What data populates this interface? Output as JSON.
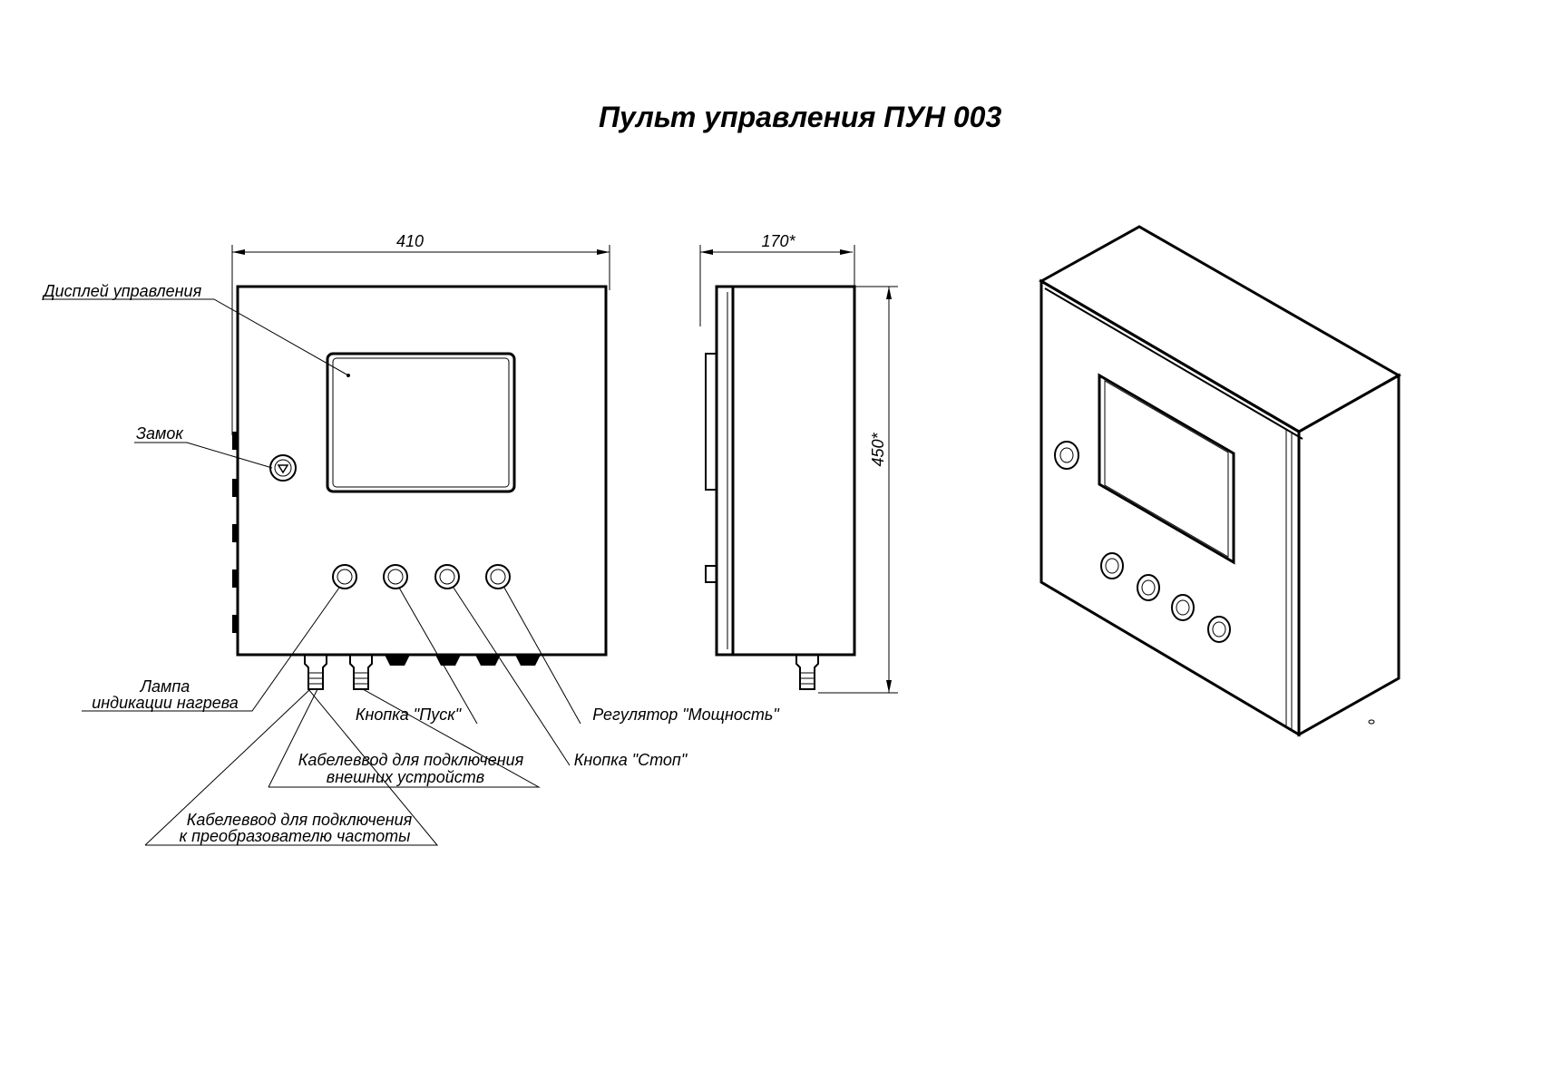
{
  "title": "Пульт управления ПУН 003",
  "dimensions": {
    "width": "410",
    "depth": "170*",
    "height": "450*"
  },
  "labels": {
    "display": "Дисплей управления",
    "lock": "Замок",
    "lamp_line1": "Лампа",
    "lamp_line2": "индикации нагрева",
    "start_button": "Кнопка \"Пуск\"",
    "power_regulator": "Регулятор \"Мощность\"",
    "stop_button": "Кнопка \"Стоп\"",
    "gland_external_line1": "Кабелеввод для подключения",
    "gland_external_line2": "внешних устройств",
    "gland_converter_line1": "Кабелеввод для подключения",
    "gland_converter_line2": "к преобразователю частоты"
  }
}
